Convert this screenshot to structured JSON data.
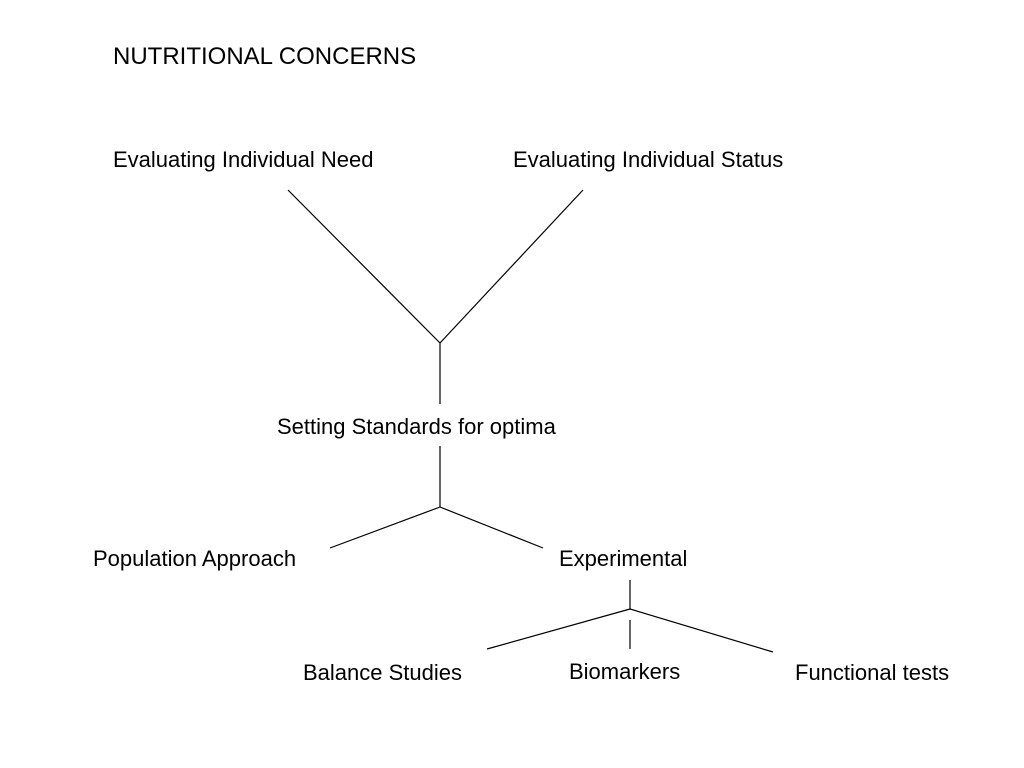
{
  "title": "NUTRITIONAL CONCERNS",
  "nodes": {
    "need": "Evaluating Individual Need",
    "status": "Evaluating Individual Status",
    "standards": "Setting Standards for optima",
    "population": "Population Approach",
    "experimental": "Experimental",
    "balance": "Balance Studies",
    "biomarkers": "Biomarkers",
    "functional": "Functional tests"
  },
  "edges": [
    {
      "from": "need",
      "to": "standards"
    },
    {
      "from": "status",
      "to": "standards"
    },
    {
      "from": "standards",
      "to": "population"
    },
    {
      "from": "standards",
      "to": "experimental"
    },
    {
      "from": "experimental",
      "to": "balance"
    },
    {
      "from": "experimental",
      "to": "biomarkers"
    },
    {
      "from": "experimental",
      "to": "functional"
    }
  ]
}
